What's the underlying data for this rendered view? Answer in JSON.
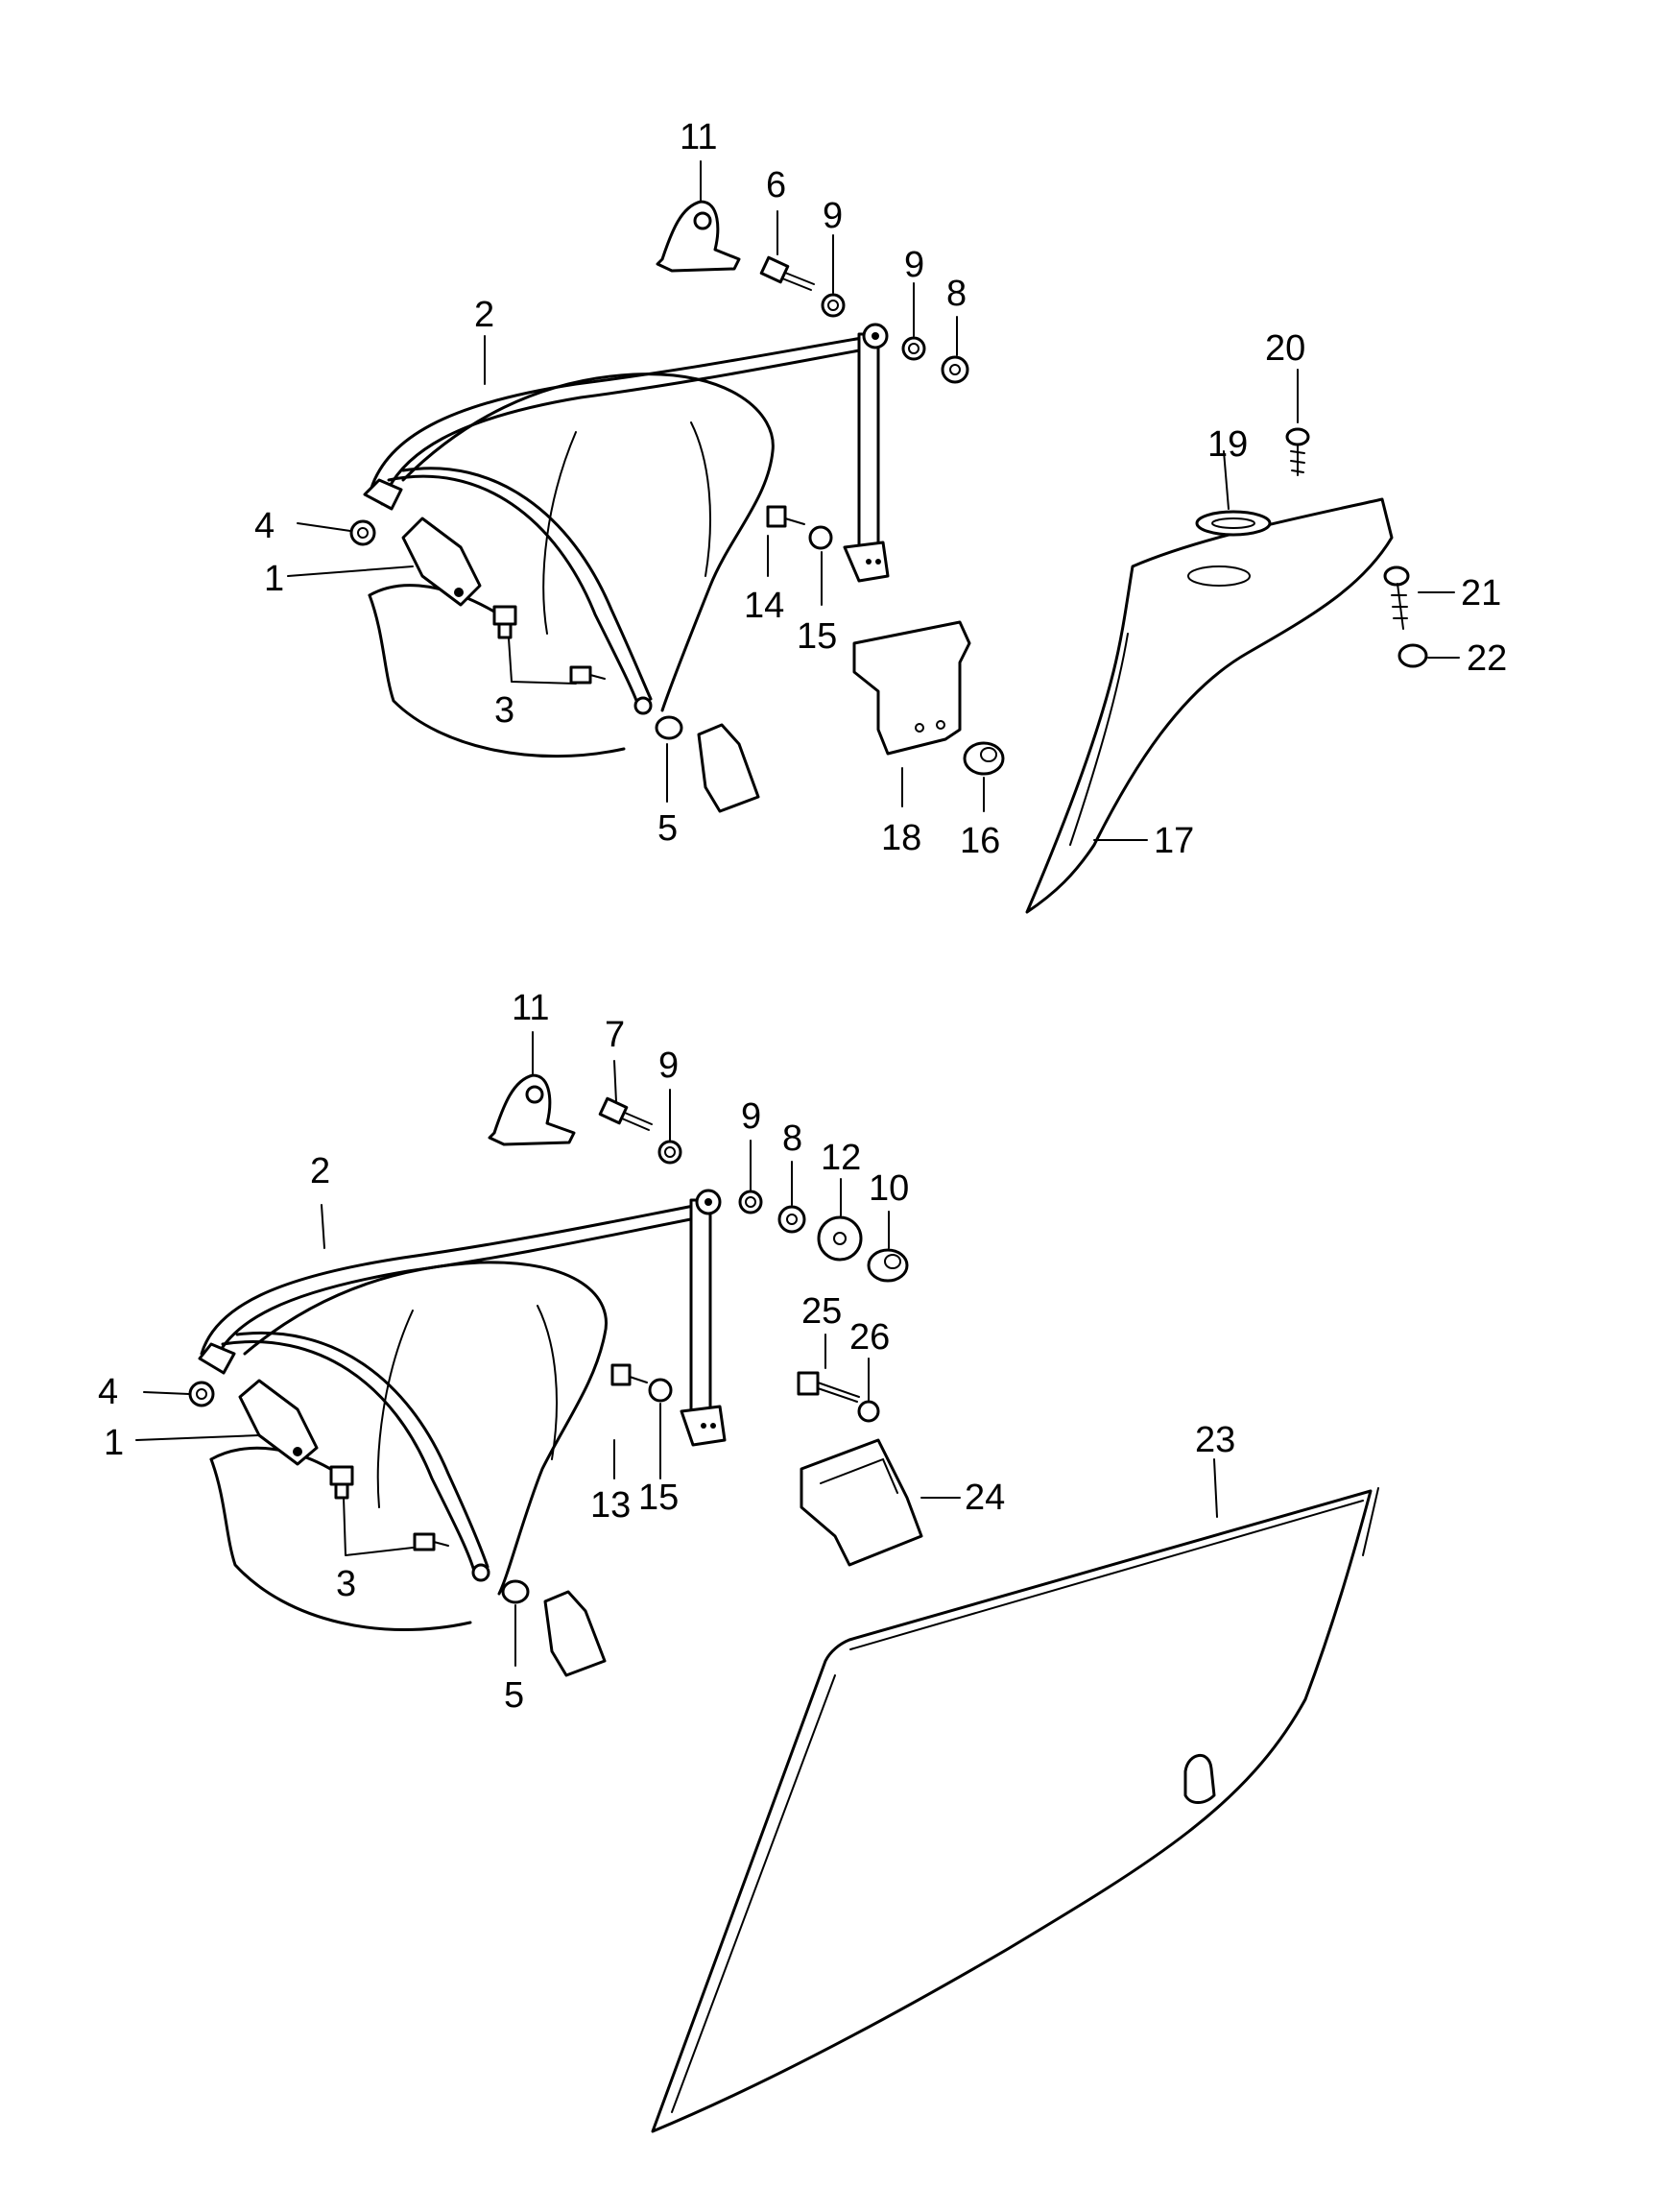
{
  "top_assembly": {
    "labels": {
      "l1": "1",
      "l2": "2",
      "l3": "3",
      "l4": "4",
      "l5": "5",
      "l6": "6",
      "l8": "8",
      "l9a": "9",
      "l9b": "9",
      "l11": "11",
      "l14": "14",
      "l15": "15",
      "l16": "16",
      "l17": "17",
      "l18": "18",
      "l19": "19",
      "l20": "20",
      "l21": "21",
      "l22": "22"
    }
  },
  "bottom_assembly": {
    "labels": {
      "l1": "1",
      "l2": "2",
      "l3": "3",
      "l4": "4",
      "l5": "5",
      "l7": "7",
      "l8": "8",
      "l9a": "9",
      "l9b": "9",
      "l10": "10",
      "l11": "11",
      "l12": "12",
      "l13": "13",
      "l15": "15",
      "l23": "23",
      "l24": "24",
      "l25": "25",
      "l26": "26"
    }
  }
}
